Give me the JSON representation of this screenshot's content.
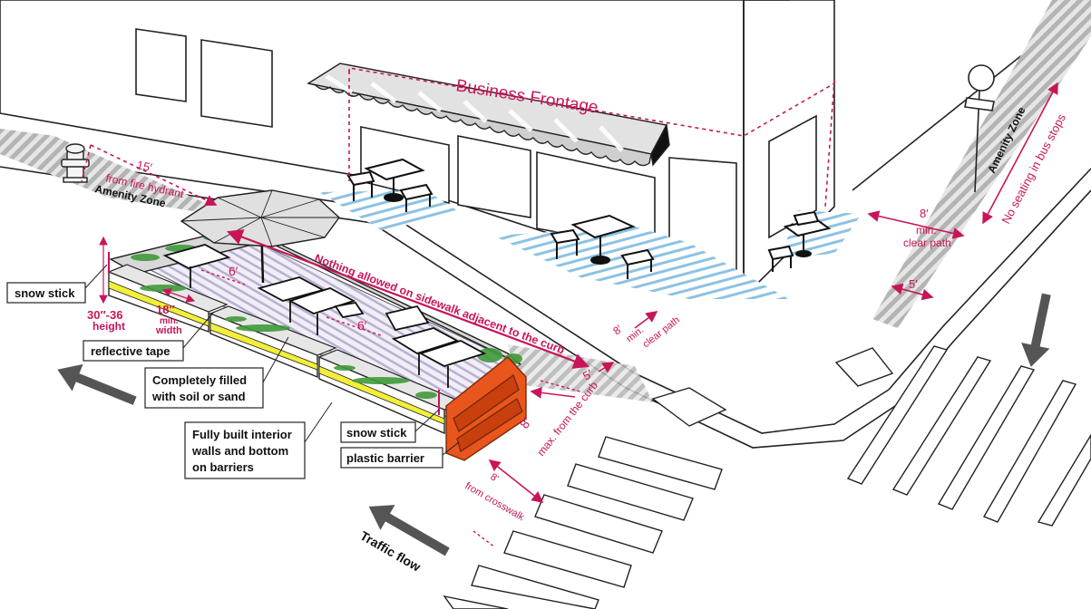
{
  "colors": {
    "accent": "#c8155a",
    "hatch_blue": "#6aaed8",
    "barrier_orange": "#e8561e",
    "tape_yellow": "#f2ef3a",
    "planting_green": "#3f9a3a",
    "zone_hatch": "#9a9a9a",
    "line": "#222222"
  },
  "labels": {
    "business_frontage": "Business Frontage",
    "hydrant_dist": "15′",
    "hydrant_sub": "from fire hydrant",
    "amenity_zone_left": "Amenity Zone",
    "amenity_zone_right": "Amenity Zone",
    "no_seating": "No seating in bus stops",
    "clear_path_right_val": "8′",
    "clear_path_right_min": "min.",
    "clear_path_right_text": "clear path",
    "curb_offset_right": "5′",
    "nothing_allowed": "Nothing allowed on sidewalk adjacent to  the curb",
    "spacing_upper": "6′",
    "spacing_lower": "6′",
    "clear_path_front_val": "8′",
    "clear_path_front_min": "min.",
    "clear_path_front_text": "clear path",
    "curb_offset_front": "5′",
    "max_curb_val": "8′",
    "max_curb_text": "max. from the curb",
    "crosswalk_val": "8′",
    "crosswalk_text": "from crosswalk",
    "height_val": "30″-36",
    "height_text": "height",
    "width_val": "18″",
    "width_min": "min.",
    "width_text": "width",
    "traffic_flow": "Traffic flow"
  },
  "callouts": {
    "snow_stick_left": "snow stick",
    "reflective_tape": "reflective tape",
    "filled_line1": "Completely filled",
    "filled_line2": "with soil or sand",
    "walls_line1": "Fully built interior",
    "walls_line2": "walls and bottom",
    "walls_line3": "on barriers",
    "snow_stick_right": "snow stick",
    "plastic_barrier": "plastic barrier"
  }
}
